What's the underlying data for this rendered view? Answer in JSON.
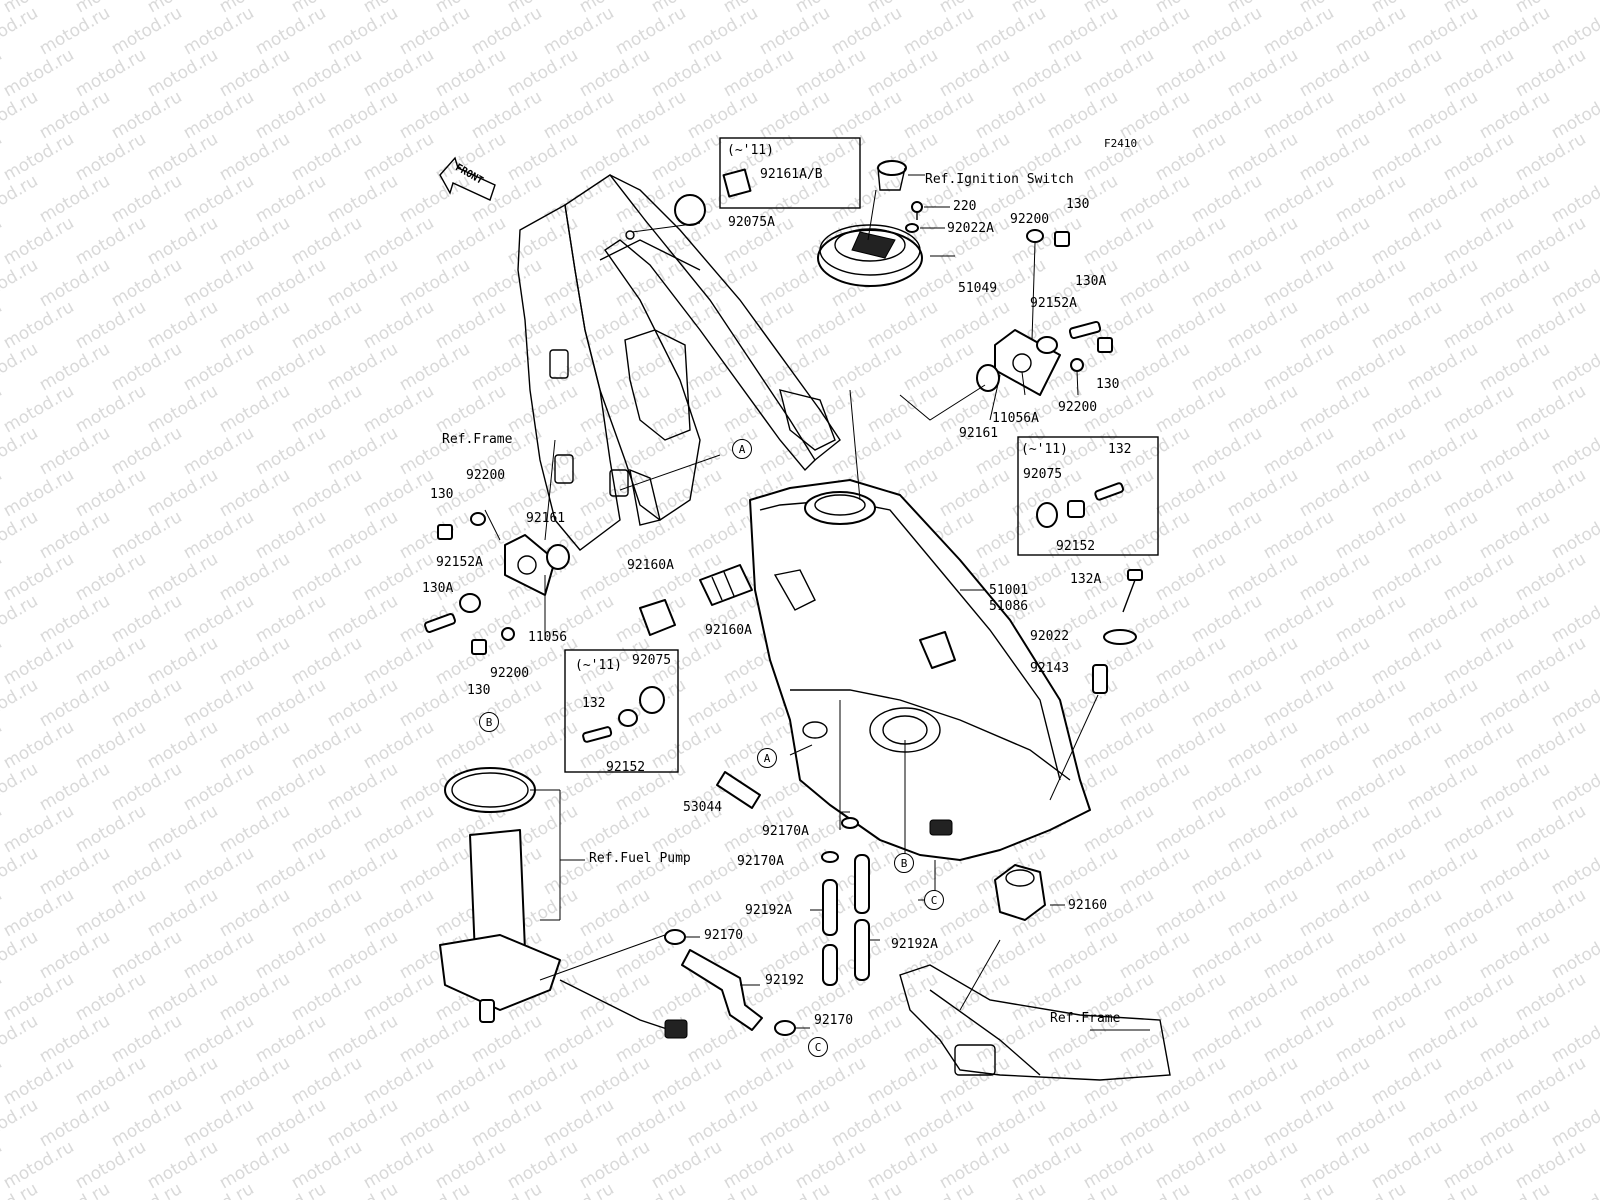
{
  "watermark": "motod.ru",
  "figure_code": "F2410",
  "front_label": "FRONT",
  "refs": {
    "ignition": "Ref.Ignition Switch",
    "frame_left": "Ref.Frame",
    "frame_bottom": "Ref.Frame",
    "fuel_pump": "Ref.Fuel Pump"
  },
  "boxes": {
    "top": {
      "version": "(~'11)",
      "part": "92161A/B"
    },
    "right": {
      "version": "(~'11)",
      "parts": [
        "132",
        "92075",
        "92152"
      ]
    },
    "left": {
      "version": "(~'11)",
      "parts": [
        "92075",
        "132",
        "92152"
      ]
    }
  },
  "callouts": [
    "A",
    "A",
    "B",
    "B",
    "C",
    "C"
  ],
  "parts": {
    "p92075A": "92075A",
    "p220": "220",
    "p92022A": "92022A",
    "p51049": "51049",
    "p92200_a": "92200",
    "p130_a": "130",
    "p130A_a": "130A",
    "p92152A_a": "92152A",
    "p130_b": "130",
    "p92200_b": "92200",
    "p11056A": "11056A",
    "p92161_a": "92161",
    "p92200_c": "92200",
    "p130_c": "130",
    "p92161_b": "92161",
    "p92152A_b": "92152A",
    "p130A_b": "130A",
    "p11056": "11056",
    "p130_d": "130",
    "p92200_d": "92200",
    "p92160A_a": "92160A",
    "p92160A_b": "92160A",
    "p51001": "51001",
    "p51086": "51086",
    "p132A": "132A",
    "p92022": "92022",
    "p92143": "92143",
    "p53044": "53044",
    "p92170A_a": "92170A",
    "p92170A_b": "92170A",
    "p92192A_a": "92192A",
    "p92192A_b": "92192A",
    "p92160": "92160",
    "p92170_a": "92170",
    "p92192": "92192",
    "p92170_b": "92170"
  }
}
